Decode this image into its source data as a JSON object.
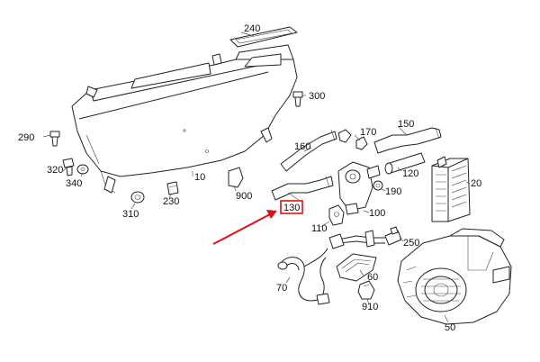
{
  "labels": {
    "p240": "240",
    "p300": "300",
    "p290": "290",
    "p320": "320",
    "p340": "340",
    "p310": "310",
    "p230": "230",
    "p10": "10",
    "p900": "900",
    "p160": "160",
    "p170": "170",
    "p150": "150",
    "p120": "120",
    "p20": "20",
    "p190": "190",
    "p100": "100",
    "p130": "130",
    "p110": "110",
    "p250": "250",
    "p60": "60",
    "p70": "70",
    "p910": "910",
    "p50": "50"
  },
  "highlight": {
    "part_number": "130",
    "color": "#e01010"
  }
}
